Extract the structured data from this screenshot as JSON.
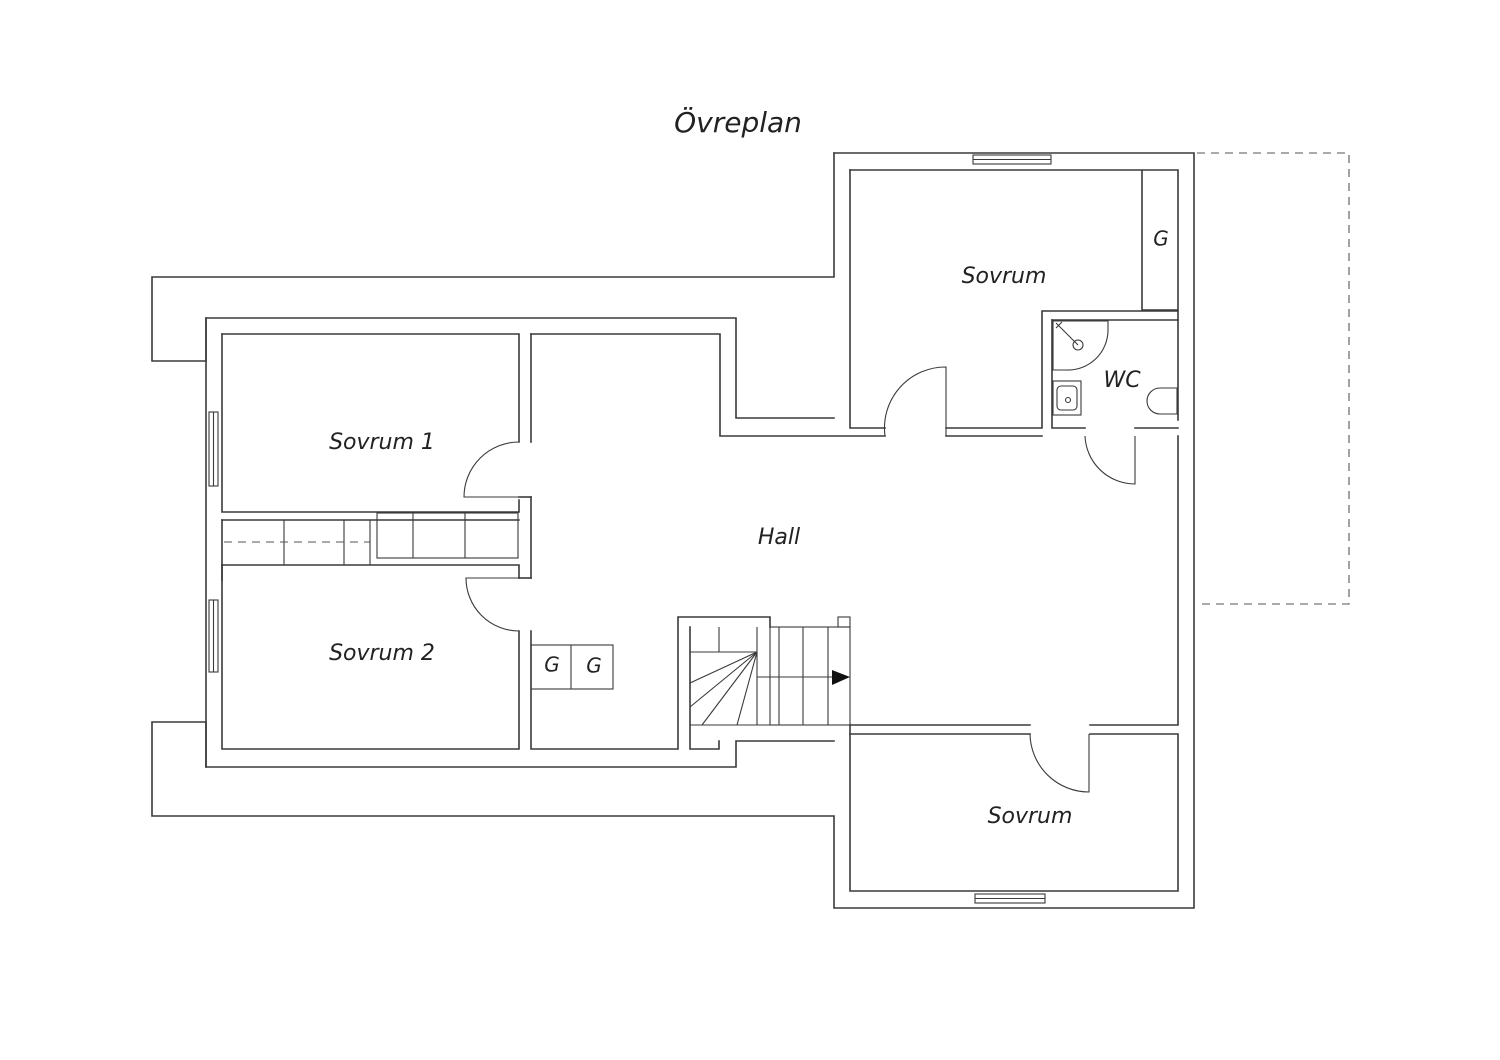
{
  "floor_title": "Övreplan",
  "rooms": {
    "bedroom_1": "Sovrum 1",
    "bedroom_2": "Sovrum 2",
    "hall": "Hall",
    "bedroom_top": "Sovrum",
    "bedroom_bottom": "Sovrum",
    "wc": "WC"
  },
  "closets": {
    "top_right": "G",
    "hall_left": "G",
    "hall_right": "G"
  }
}
